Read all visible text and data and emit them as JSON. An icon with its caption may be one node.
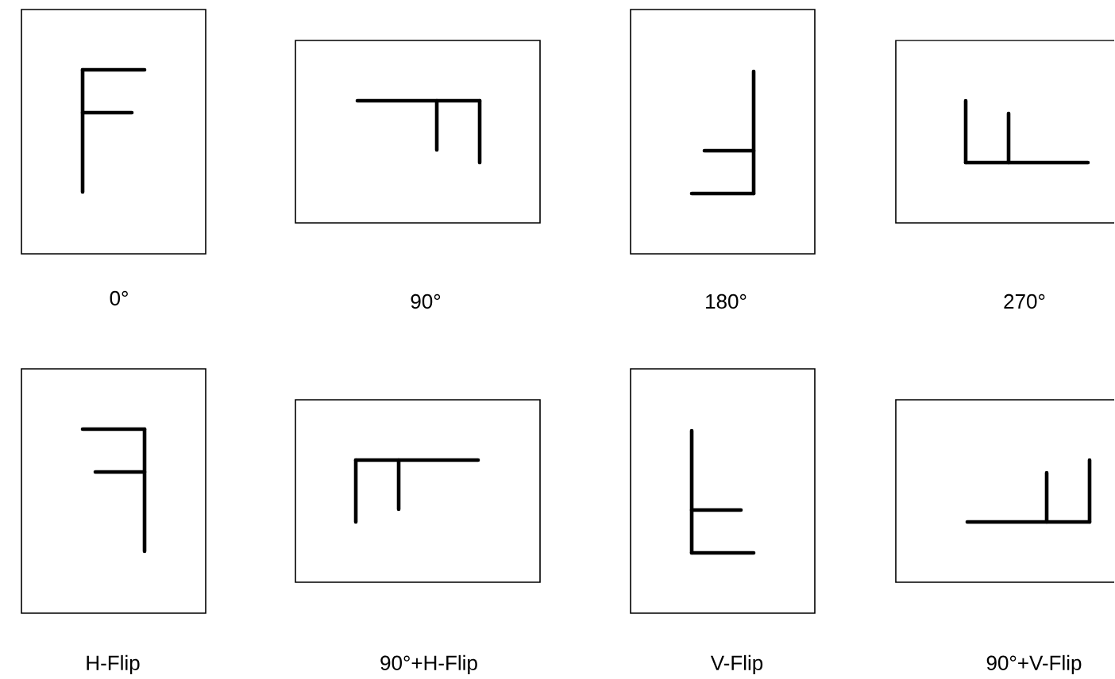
{
  "diagram": {
    "nodes": [
      {
        "text": [],
        "shape": "box",
        "beside": [
          "0°"
        ]
      },
      {
        "text": [],
        "shape": "box",
        "beside": [
          "90°"
        ]
      },
      {
        "text": [],
        "shape": "box",
        "beside": [
          "180°"
        ]
      },
      {
        "text": [],
        "shape": "box",
        "beside": [
          "270°"
        ]
      },
      {
        "text": [],
        "shape": "box",
        "beside": [
          "H-Flip"
        ]
      },
      {
        "text": [],
        "shape": "box",
        "beside": [
          "90°+H-Flip"
        ]
      },
      {
        "text": [],
        "shape": "box",
        "beside": [
          "V-Flip"
        ]
      },
      {
        "text": [],
        "shape": "box",
        "beside": [
          "90°+V-Flip"
        ]
      }
    ]
  }
}
